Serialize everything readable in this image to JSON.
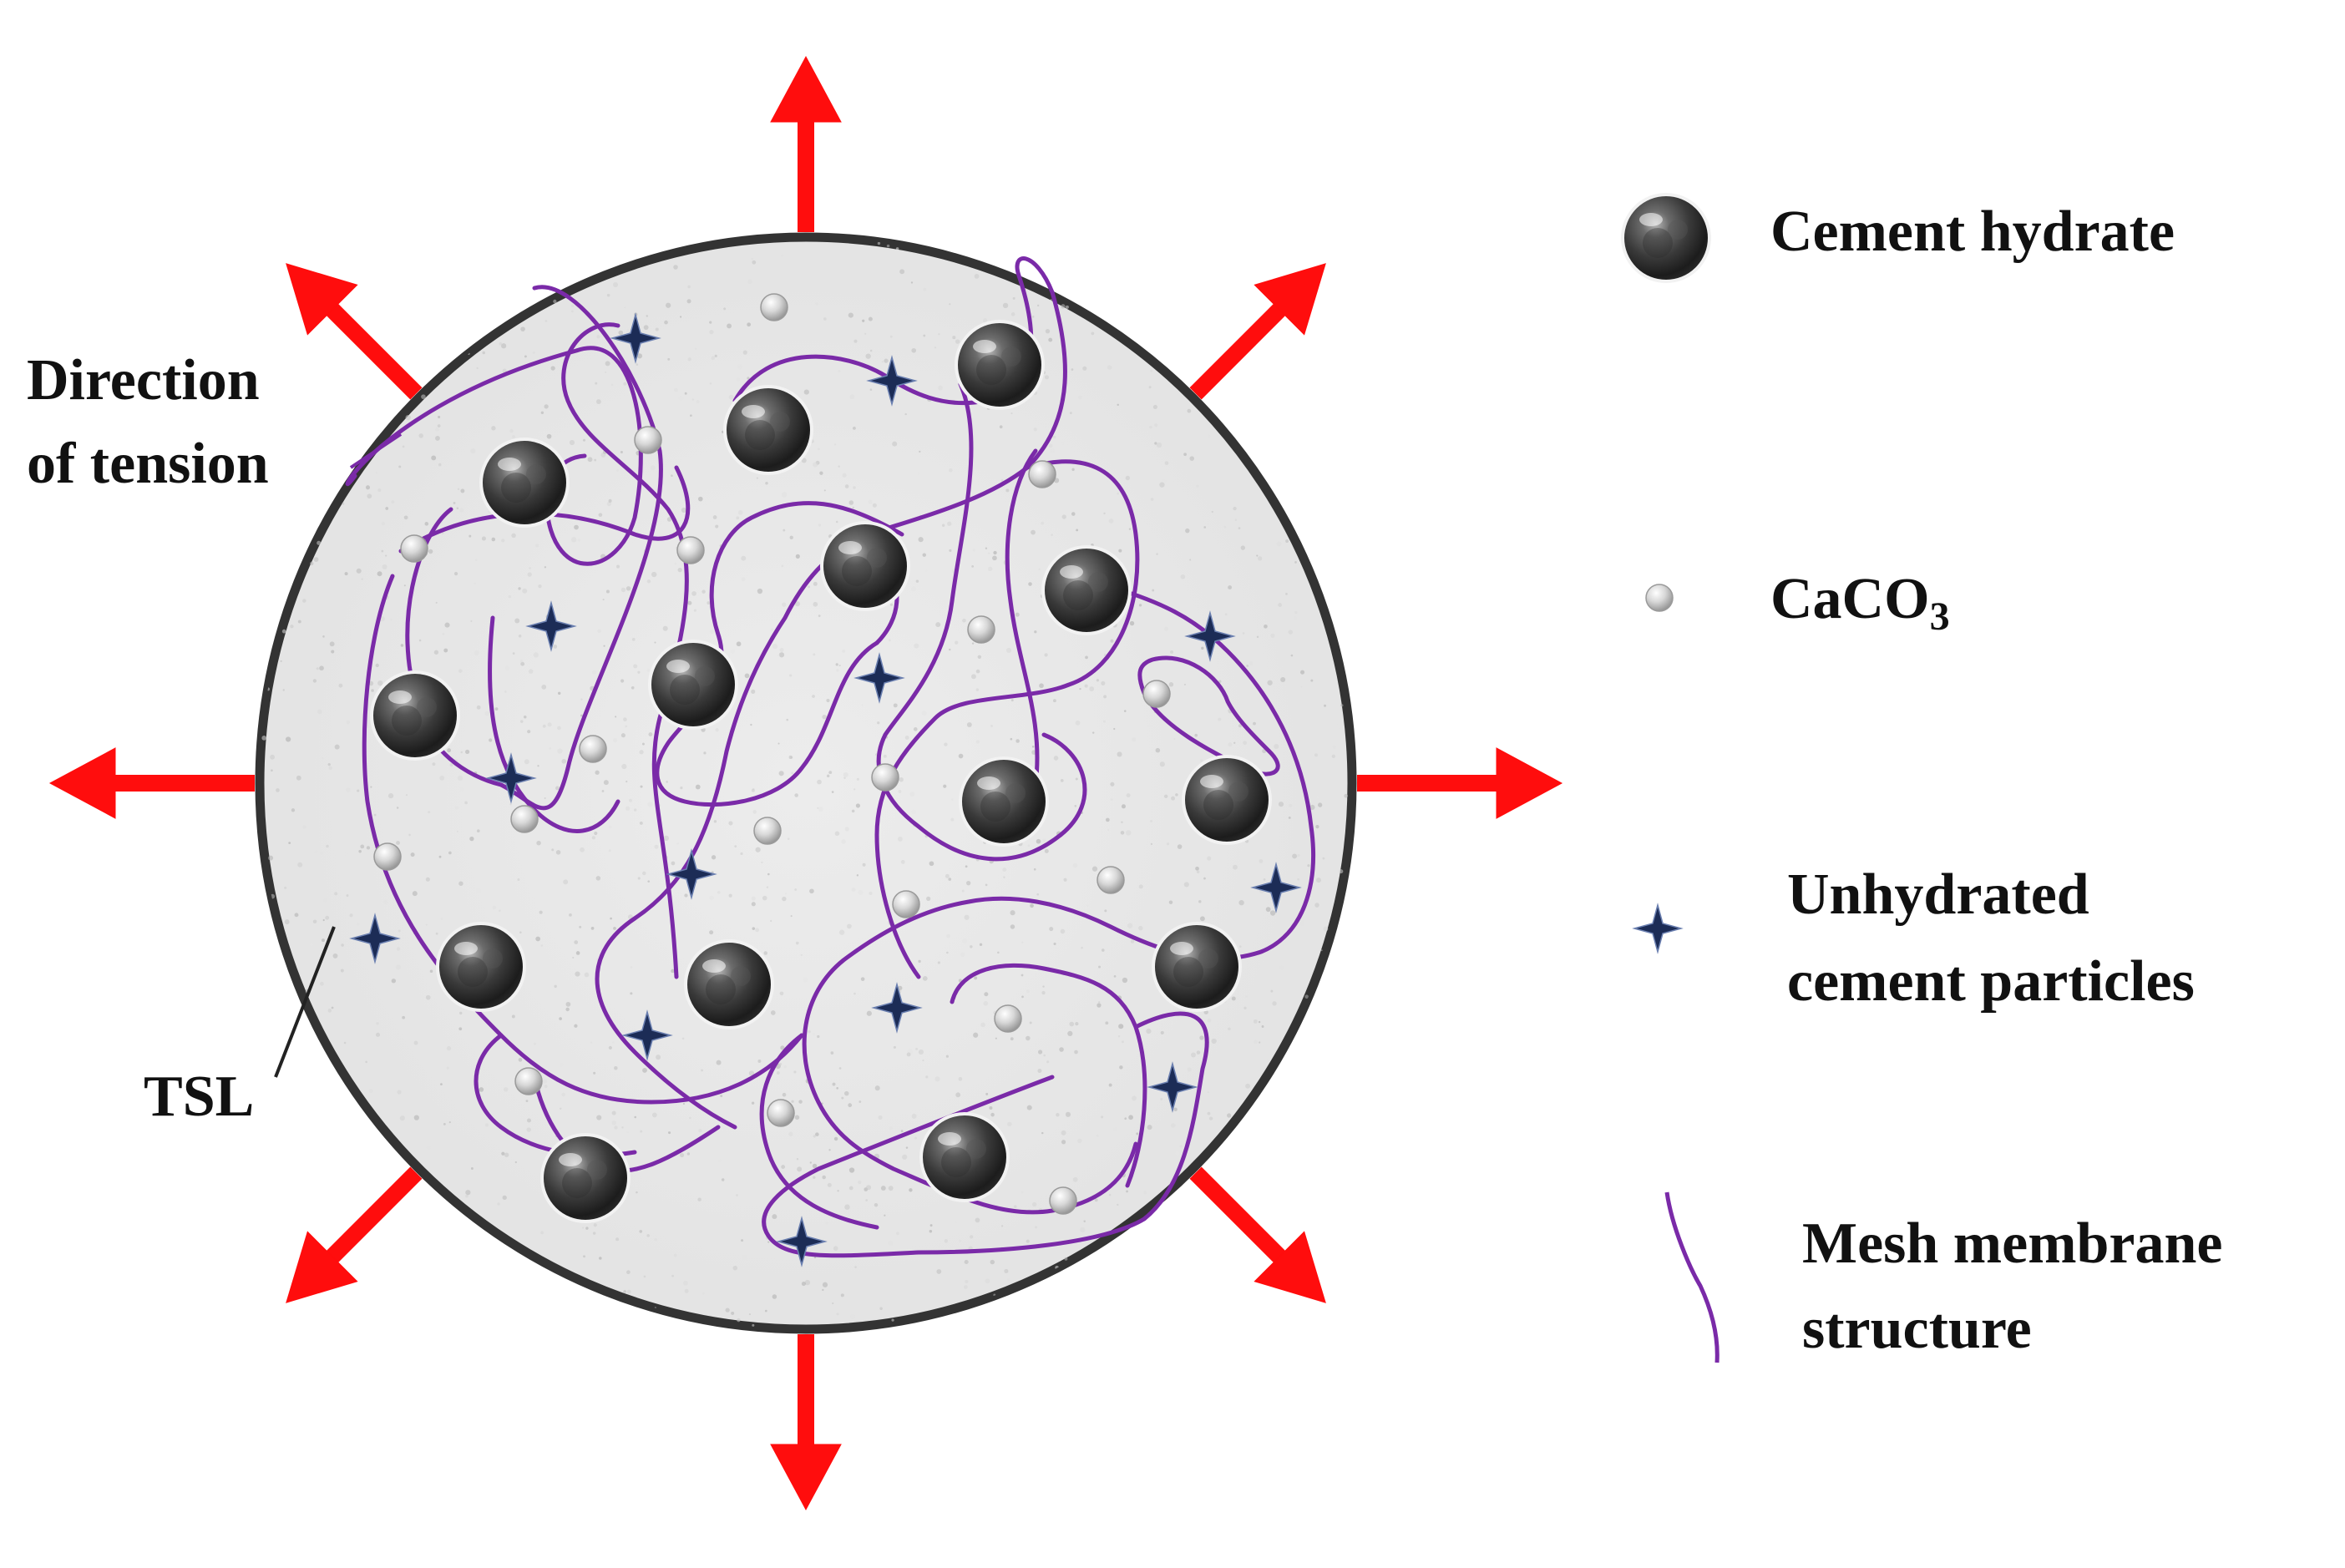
{
  "colors": {
    "arrow": "#ff0d0d",
    "membrane": "#7a2aa8",
    "star": "#1c2c56",
    "outline": "#333333",
    "background_speckle": "#e4e4e4"
  },
  "labels": {
    "direction_line1": "Direction",
    "direction_line2": "of tension",
    "tsl": "TSL"
  },
  "legend": {
    "cement_hydrate": "Cement hydrate",
    "caco3_main": "CaCO",
    "caco3_sub": "3",
    "unhydrated_line1": "Unhydrated",
    "unhydrated_line2": "cement particles",
    "mesh_line1": "Mesh membrane",
    "mesh_line2": "structure"
  }
}
